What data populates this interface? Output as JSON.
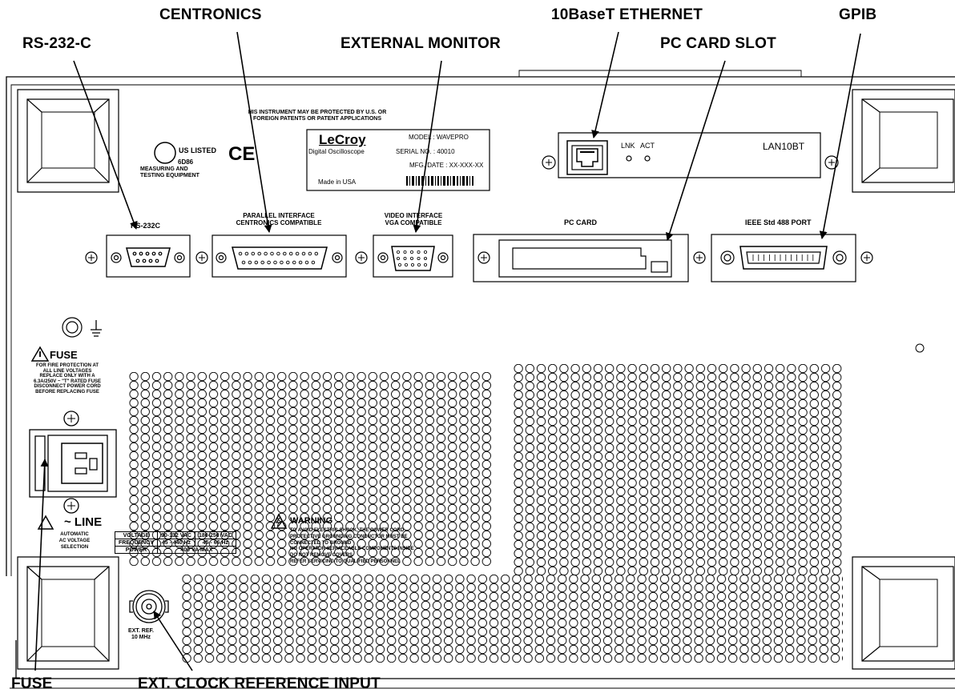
{
  "callouts": {
    "rs232": "RS-232-C",
    "centronics": "CENTRONICS",
    "ethernet": "10BaseT ETHERNET",
    "gpib": "GPIB",
    "external_monitor": "EXTERNAL MONITOR",
    "pc_card_slot": "PC CARD SLOT",
    "fuse": "FUSE",
    "ext_clock": "EXT. CLOCK REFERENCE INPUT"
  },
  "panel": {
    "patent_line1": "HIS INSTRUMENT MAY BE PROTECTED BY U.S. OR",
    "patent_line2": "FOREIGN PATENTS OR PATENT APPLICATIONS",
    "ul_listed": "US LISTED",
    "ul_number": "6D86",
    "ul_desc1": "MEASURING AND",
    "ul_desc2": "TESTING EQUIPMENT",
    "ce_mark": "CE",
    "brand": "LeCroy",
    "brand_sub": "Digital Oscilloscope",
    "made_in": "Made in USA",
    "model_label": "MODEL : WAVEPRO",
    "serial_label": "SERIAL NO. : 40010",
    "mfg_label": "MFG. DATE : XX-XXX-XX",
    "lnk": "LNK",
    "act": "ACT",
    "lan_module": "LAN10BT",
    "rs232c_port": "RS-232C",
    "parallel_line1": "PARALLEL INTERFACE",
    "parallel_line2": "CENTRONICS COMPATIBLE",
    "video_line1": "VIDEO INTERFACE",
    "video_line2": "VGA COMPATIBLE",
    "pc_card": "PC CARD",
    "ieee_port": "IEEE Std 488 PORT",
    "fuse_title": "FUSE",
    "fuse_text": [
      "FOR FIRE PROTECTION AT",
      "ALL LINE VOLTAGES",
      "REPLACE ONLY WITH A",
      "6.3A/250V ~ \"T\" RATED FUSE",
      "DISCONNECT POWER CORD",
      "BEFORE REPLACING FUSE"
    ],
    "line_label": "~ LINE",
    "auto_text": [
      "AUTOMATIC",
      "AC VOLTAGE",
      "SELECTION"
    ],
    "warning_title": "WARNING",
    "warning_text": [
      "TO AVOID ELECTRIC SHOCK, THE POWER CORD",
      "PROTECTIVE GROUNDING CONDUCTOR MUST BE",
      "CONNECTED TO GROUND",
      "NO OPERATOR SERVICEABLE COMPONENTS INSIDE",
      "DO NOT REMOVE COVERS",
      "REFER SERVICING TO QUALIFIED PERSONNEL"
    ],
    "ext_ref_1": "EXT. REF.",
    "ext_ref_2": "10 MHz"
  },
  "spec_table": {
    "rows": [
      [
        "VOLTAGE",
        "90-132 VAC",
        "180-250 VAC"
      ],
      [
        "FREQUENCY",
        "45 - 440 Hz",
        "45 - 66 Hz"
      ],
      [
        "POWER",
        "400 VA MAX"
      ]
    ]
  }
}
